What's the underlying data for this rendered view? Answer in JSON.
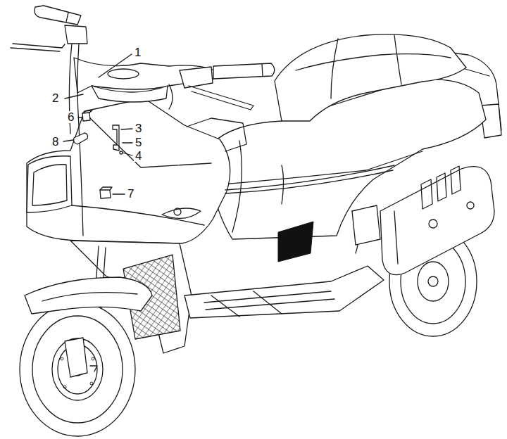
{
  "diagram": {
    "labels": [
      "1",
      "2",
      "6",
      "3",
      "8",
      "5",
      "4",
      "7"
    ]
  }
}
